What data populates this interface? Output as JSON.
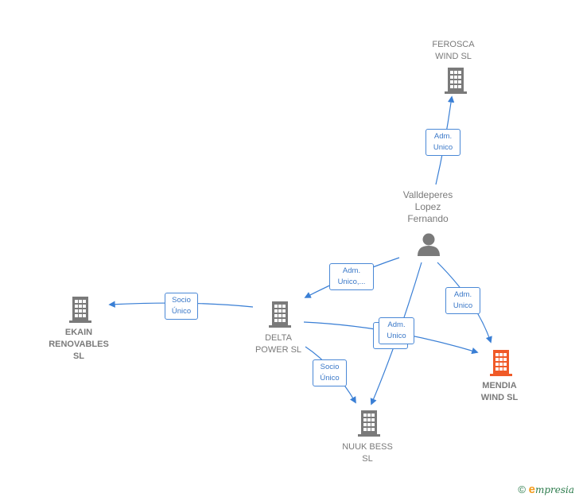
{
  "nodes": {
    "ferosca": {
      "label": "FEROSCA\nWIND  SL",
      "type": "company"
    },
    "person": {
      "label": "Valldeperes\nLopez\nFernando",
      "type": "person"
    },
    "ekain": {
      "label": "EKAIN\nRENOVABLES\nSL",
      "type": "company"
    },
    "delta": {
      "label": "DELTA\nPOWER  SL",
      "type": "company"
    },
    "mendia": {
      "label": "MENDIA\nWIND  SL",
      "type": "company",
      "highlight": true
    },
    "nuuk": {
      "label": "NUUK BESS\nSL",
      "type": "company"
    }
  },
  "edges": {
    "person_ferosca": "Adm.\nUnico",
    "person_delta": "Adm.\nUnico,...",
    "delta_ekain": "Socio\nÚnico",
    "person_mendia": "Adm.\nUnico",
    "delta_mendia": "Adm.\nUnico",
    "delta_nuuk": "Socio\nÚnico"
  },
  "colors": {
    "edge": "#3a7fd5",
    "company_icon": "#7a7a7a",
    "highlight_icon": "#f05a28",
    "person_icon": "#7a7a7a"
  },
  "footer": {
    "copyright": "©",
    "brand_e": "e",
    "brand_rest": "mpresia"
  }
}
